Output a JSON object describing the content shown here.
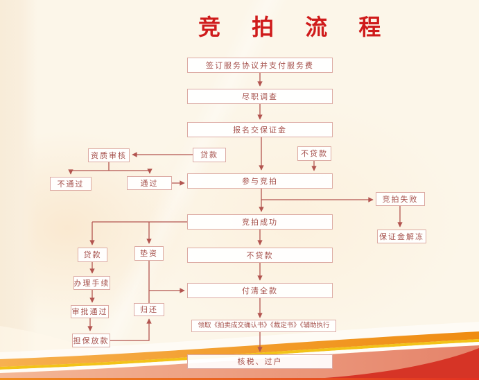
{
  "title": "竞 拍 流 程",
  "flow": {
    "nodes": {
      "sign": {
        "label": "签订服务协议并支付服务费"
      },
      "due_diligence": {
        "label": "尽职调查"
      },
      "register_deposit": {
        "label": "报名交保证金"
      },
      "loan_top": {
        "label": "贷款"
      },
      "no_loan_top": {
        "label": "不贷款"
      },
      "qualification_review": {
        "label": "资质审核"
      },
      "review_fail": {
        "label": "不通过"
      },
      "review_pass": {
        "label": "通过"
      },
      "join_auction": {
        "label": "参与竞拍"
      },
      "auction_fail": {
        "label": "竞拍失败"
      },
      "deposit_unfreeze": {
        "label": "保证金解冻"
      },
      "auction_success": {
        "label": "竞拍成功"
      },
      "loan_bottom": {
        "label": "贷款"
      },
      "advance_fund": {
        "label": "垫资"
      },
      "no_loan_bottom": {
        "label": "不贷款"
      },
      "handle_procedures": {
        "label": "办理手续"
      },
      "approval_pass": {
        "label": "审批通过"
      },
      "guarantee_disburse": {
        "label": "担保放款"
      },
      "repay": {
        "label": "归还"
      },
      "pay_full": {
        "label": "付清全款"
      },
      "receive_docs": {
        "label": "领取《拍卖成交确认书》《裁定书》《辅助执行"
      },
      "tax_transfer": {
        "label": "核税、过户"
      }
    }
  },
  "colors": {
    "title_red": "#cf1b1b",
    "box_border": "#dcaaa3",
    "box_text": "#a5504b",
    "connector": "#b2544f",
    "background": "#fcf6e9",
    "band_orange": "#f29c2a",
    "band_gold": "#f2c318",
    "band_salmon": "#eb9a78",
    "band_deep_red": "#d63426"
  }
}
